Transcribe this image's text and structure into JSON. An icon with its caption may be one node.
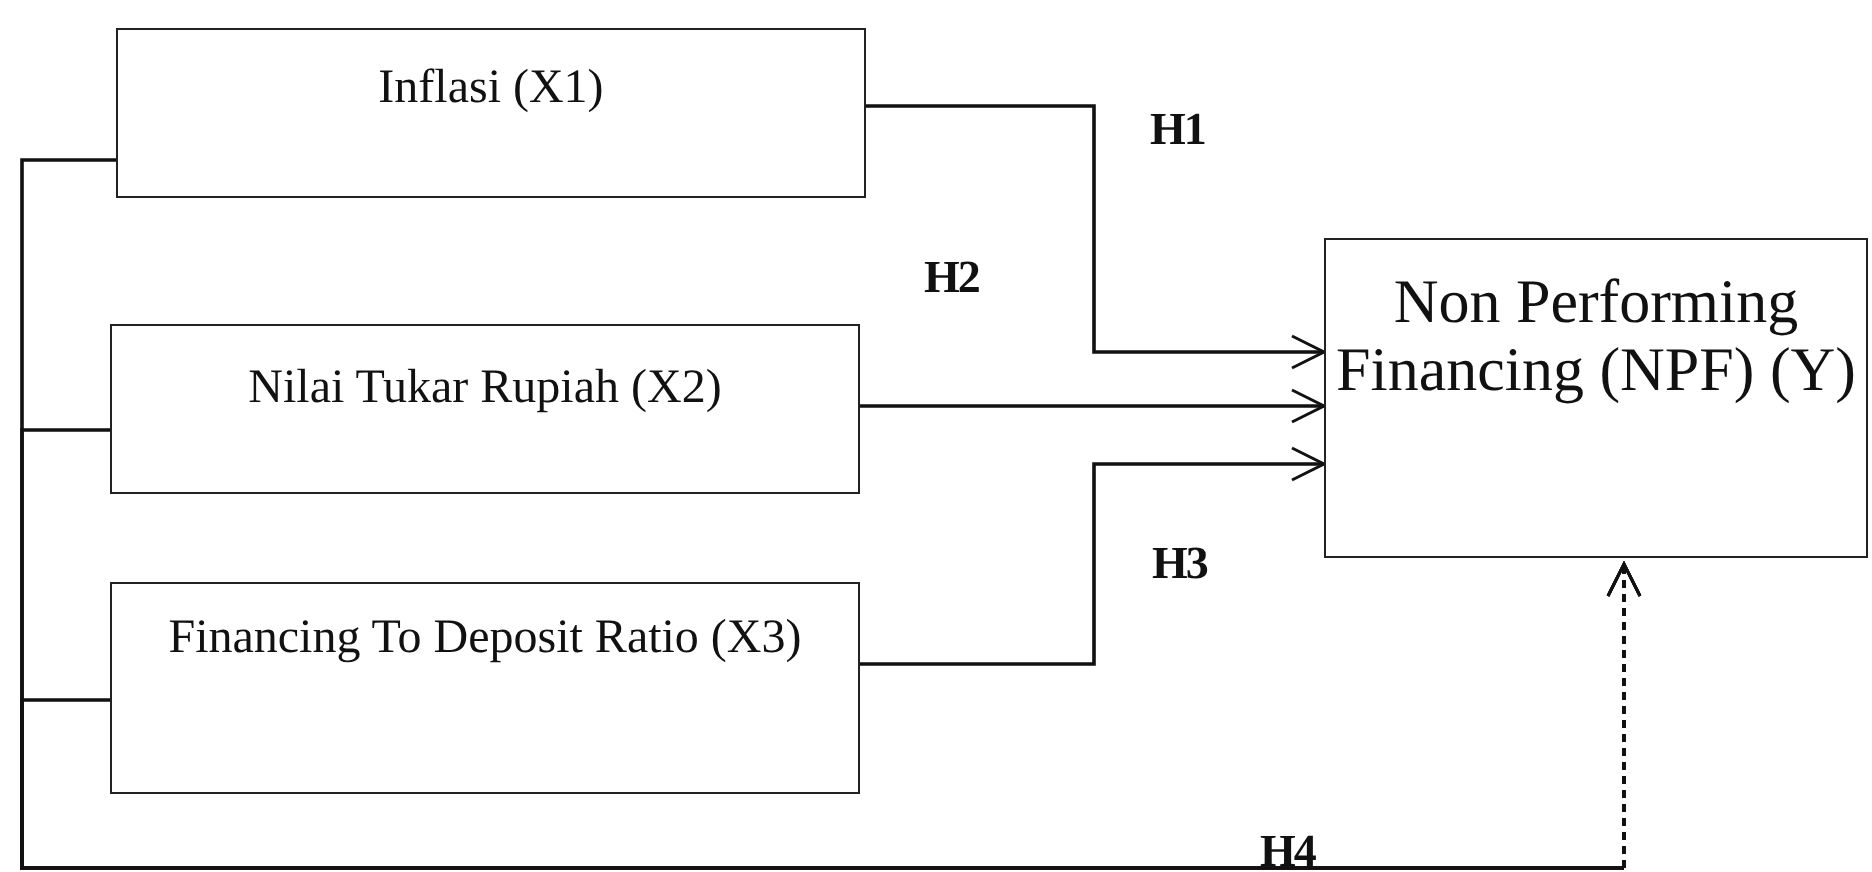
{
  "diagram": {
    "nodes": [
      {
        "text": [
          "Inflasi (X1)"
        ]
      },
      {
        "text": [
          "Nilai Tukar Rupiah (X2)"
        ]
      },
      {
        "text": [
          "Financing To Deposit Ratio (X3)"
        ]
      },
      {
        "text": [
          "Non Performing Financing (NPF) (Y)"
        ]
      }
    ],
    "edges": [
      {
        "from": 0,
        "to": 3,
        "arrow": "to",
        "label": "H1"
      },
      {
        "from": 1,
        "to": 3,
        "arrow": "to",
        "label": "H2"
      },
      {
        "from": 2,
        "to": 3,
        "arrow": "to",
        "label": "H3"
      },
      {
        "from": 0,
        "to": 3,
        "arrow": "to",
        "style": "dashed"
      },
      {
        "from": 1,
        "to": 3,
        "arrow": "to",
        "style": "dashed"
      },
      {
        "from": 2,
        "to": 3,
        "arrow": "to",
        "style": "dashed",
        "label": "H4"
      }
    ]
  }
}
